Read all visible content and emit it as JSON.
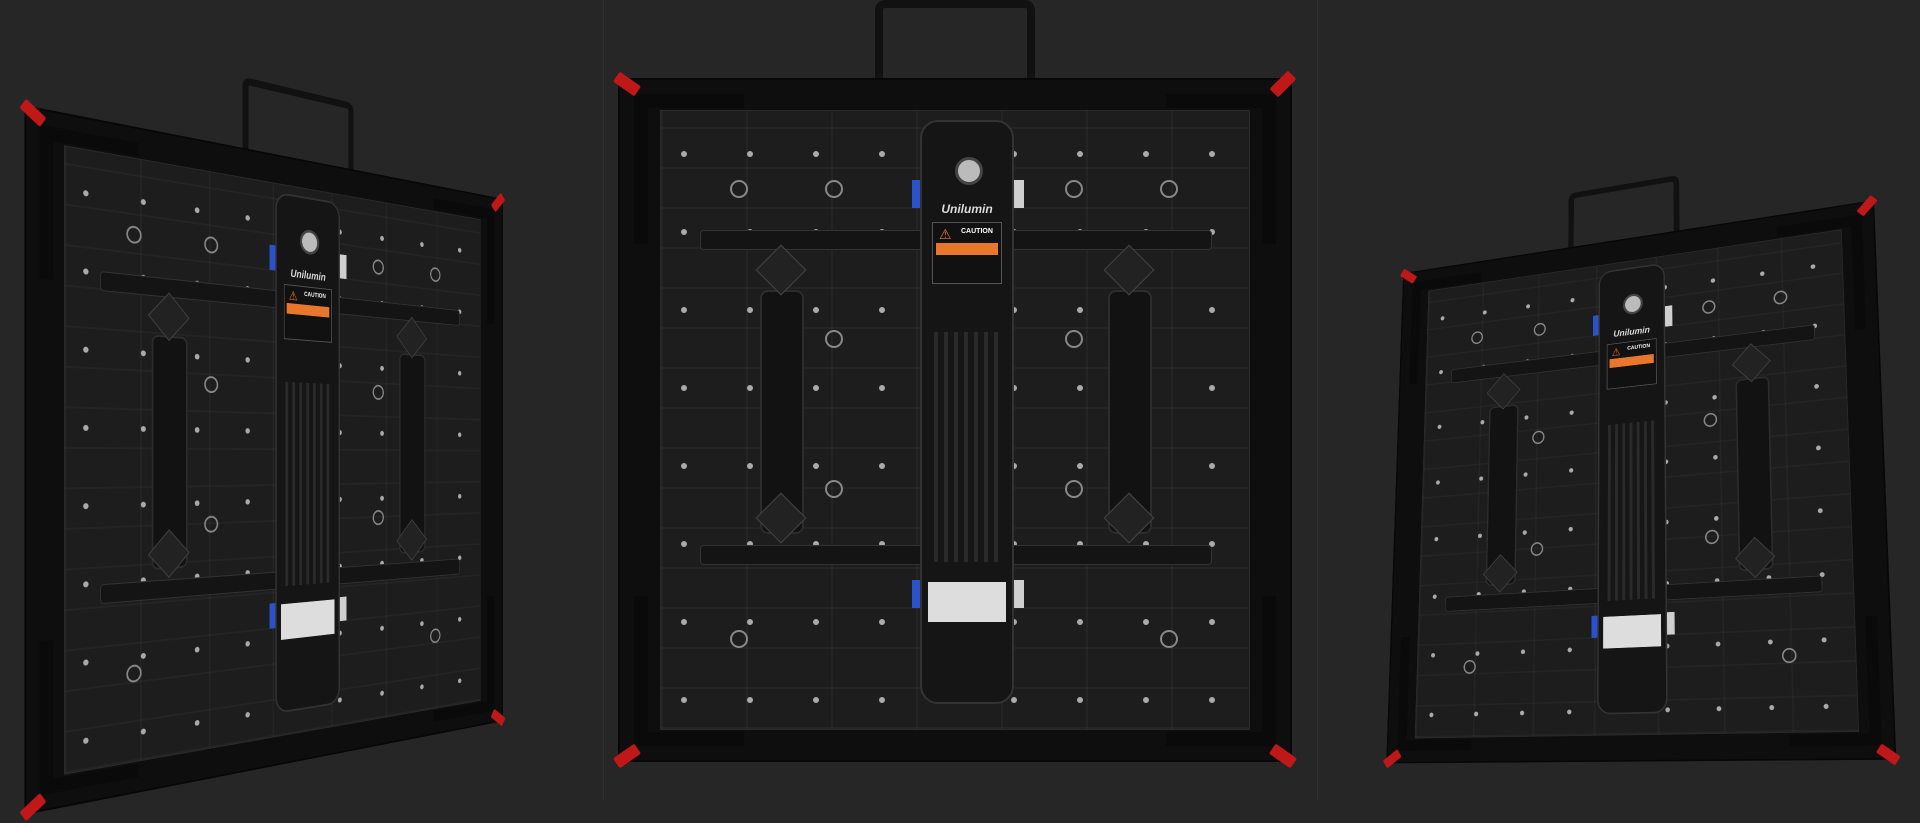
{
  "product": {
    "brand": "Unilumin",
    "caution_label": "CAUTION",
    "views": [
      "angled-left",
      "rear",
      "angled-right"
    ]
  },
  "colors": {
    "background": "#262626",
    "accent_red": "#c01818",
    "accent_blue": "#2a52c9",
    "caution_orange": "#e8762b"
  }
}
